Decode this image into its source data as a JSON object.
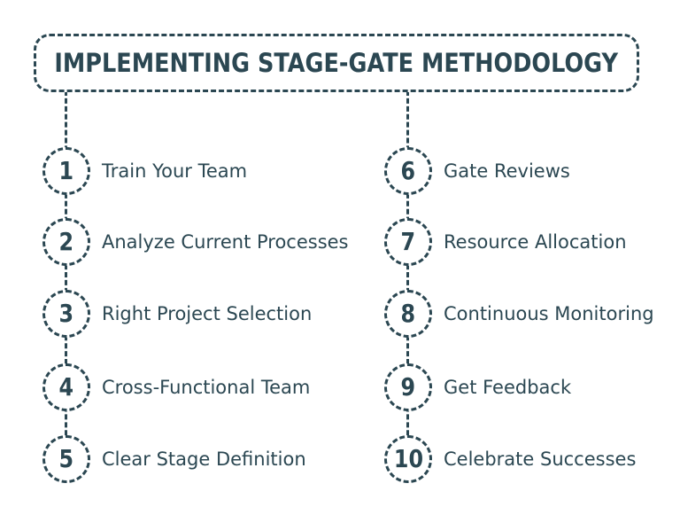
{
  "title": "IMPLEMENTING STAGE-GATE METHODOLOGY",
  "colors": {
    "ink": "#2b4752",
    "background": "#ffffff"
  },
  "columns": [
    {
      "items": [
        {
          "number": "1",
          "label": "Train Your Team"
        },
        {
          "number": "2",
          "label": "Analyze Current Processes"
        },
        {
          "number": "3",
          "label": "Right Project Selection"
        },
        {
          "number": "4",
          "label": "Cross-Functional Team"
        },
        {
          "number": "5",
          "label": "Clear Stage Definition"
        }
      ]
    },
    {
      "items": [
        {
          "number": "6",
          "label": "Gate Reviews"
        },
        {
          "number": "7",
          "label": "Resource Allocation"
        },
        {
          "number": "8",
          "label": "Continuous Monitoring"
        },
        {
          "number": "9",
          "label": "Get Feedback"
        },
        {
          "number": "10",
          "label": "Celebrate Successes"
        }
      ]
    }
  ]
}
